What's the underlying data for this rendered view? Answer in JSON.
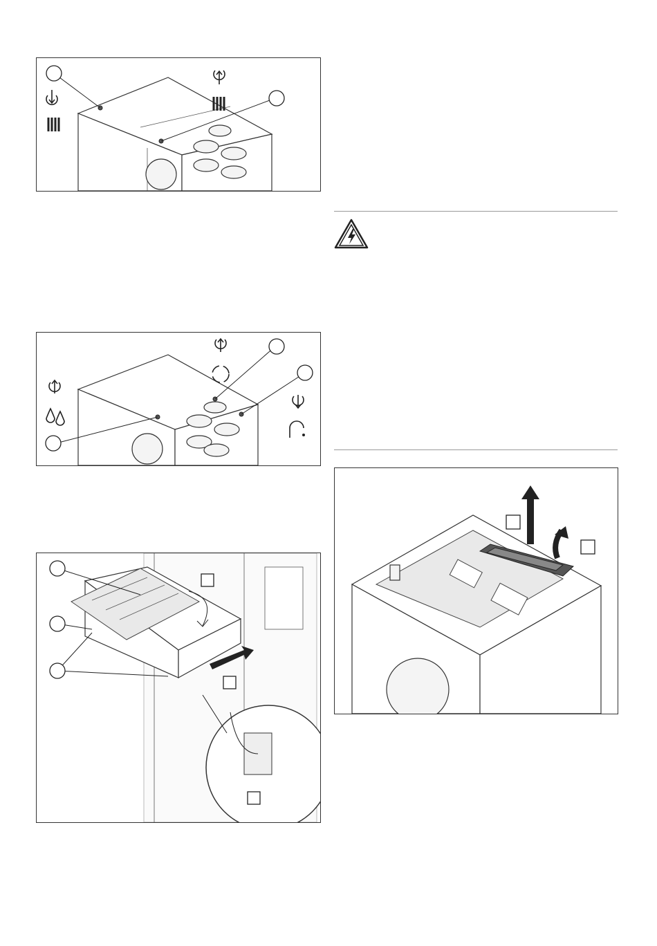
{
  "figures": [
    {
      "name": "top-connections-heating",
      "callouts": [
        "",
        ""
      ]
    },
    {
      "name": "top-connections-water",
      "callouts": [
        "",
        "",
        ""
      ]
    },
    {
      "name": "drip-tray-removal",
      "callouts": [
        "",
        "",
        "",
        ""
      ],
      "steps": [
        "",
        "",
        ""
      ]
    },
    {
      "name": "insulation-cover-removal",
      "steps": [
        "",
        ""
      ]
    }
  ],
  "warning": {
    "icon": "electric-shock-warning-icon"
  },
  "colors": {
    "line": "#222222",
    "border": "#333333",
    "rule": "#999999"
  }
}
